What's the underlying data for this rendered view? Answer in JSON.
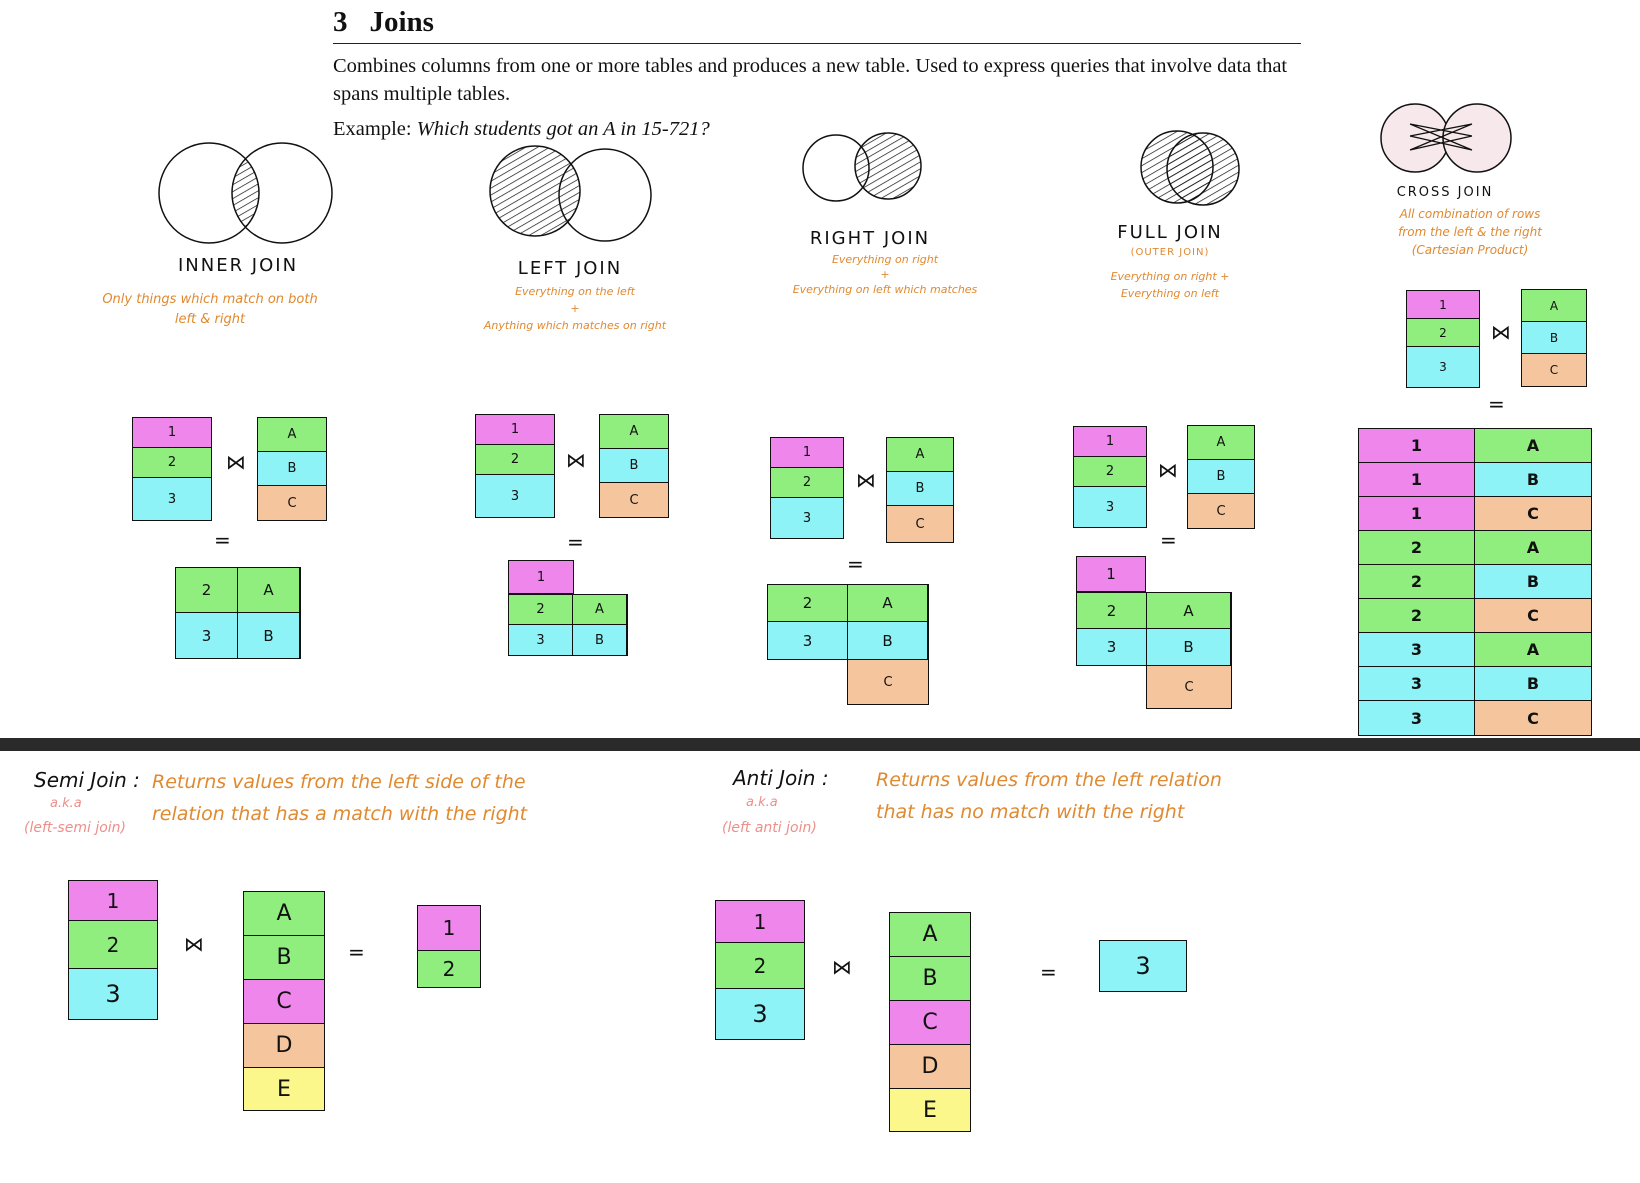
{
  "section": {
    "number": "3",
    "title": "Joins",
    "intro": "Combines columns from one or more tables and produces a new table. Used to express queries that involve data that spans multiple tables.",
    "example_label": "Example:",
    "example_question": "Which students got an A in 15-721?"
  },
  "operators": {
    "join": "⋈",
    "equals": "="
  },
  "inner_join": {
    "title": "INNER JOIN",
    "desc_line1": "Only things which match on both",
    "desc_line2": "left & right",
    "left": [
      "1",
      "2",
      "3"
    ],
    "right": [
      "A",
      "B",
      "C"
    ],
    "result": [
      [
        "2",
        "A"
      ],
      [
        "3",
        "B"
      ]
    ]
  },
  "left_join": {
    "title": "LEFT JOIN",
    "desc_line1": "Everything on the left",
    "desc_plus": "+",
    "desc_line2": "Anything which matches on right",
    "left": [
      "1",
      "2",
      "3"
    ],
    "right": [
      "A",
      "B",
      "C"
    ],
    "result_single": "1",
    "result": [
      [
        "2",
        "A"
      ],
      [
        "3",
        "B"
      ]
    ]
  },
  "right_join": {
    "title": "RIGHT JOIN",
    "desc_line1": "Everything on right",
    "desc_plus": "+",
    "desc_line2": "Everything on left which matches",
    "left": [
      "1",
      "2",
      "3"
    ],
    "right": [
      "A",
      "B",
      "C"
    ],
    "result": [
      [
        "2",
        "A"
      ],
      [
        "3",
        "B"
      ]
    ],
    "result_single": "C"
  },
  "full_join": {
    "title": "FULL JOIN",
    "subtitle": "(OUTER JOIN)",
    "desc_line1": "Everything on right +",
    "desc_line2": "Everything on left",
    "left": [
      "1",
      "2",
      "3"
    ],
    "right": [
      "A",
      "B",
      "C"
    ],
    "result_left_single": "1",
    "result": [
      [
        "2",
        "A"
      ],
      [
        "3",
        "B"
      ]
    ],
    "result_right_single": "C"
  },
  "cross_join": {
    "title": "CROSS JOIN",
    "desc_line1": "All combination of rows",
    "desc_line2": "from the left & the right",
    "desc_line3": "(Cartesian Product)",
    "left": [
      "1",
      "2",
      "3"
    ],
    "right": [
      "A",
      "B",
      "C"
    ],
    "result": [
      [
        "1",
        "A"
      ],
      [
        "1",
        "B"
      ],
      [
        "1",
        "C"
      ],
      [
        "2",
        "A"
      ],
      [
        "2",
        "B"
      ],
      [
        "2",
        "C"
      ],
      [
        "3",
        "A"
      ],
      [
        "3",
        "B"
      ],
      [
        "3",
        "C"
      ]
    ]
  },
  "semi_join": {
    "title": "Semi Join",
    "colon": ":",
    "aka": "a.k.a",
    "alias": "(left-semi join)",
    "desc_line1": "Returns values from the left side of the",
    "desc_line2": "relation that has a match with the right",
    "left": [
      "1",
      "2",
      "3"
    ],
    "right": [
      "A",
      "B",
      "C",
      "D",
      "E"
    ],
    "result": [
      "1",
      "2"
    ]
  },
  "anti_join": {
    "title": "Anti Join",
    "colon": ":",
    "aka": "a.k.a",
    "alias": "(left anti join)",
    "desc_line1": "Returns values from the left relation",
    "desc_line2": "that has no match with the right",
    "left": [
      "1",
      "2",
      "3"
    ],
    "right": [
      "A",
      "B",
      "C",
      "D",
      "E"
    ],
    "result": [
      "3"
    ]
  },
  "colors": {
    "pink": "#ee86ec",
    "green": "#90ee7f",
    "cyan": "#8ef3f6",
    "peach": "#f5c69d",
    "yellow": "#fbf78a",
    "annotation_orange": "#e0892f",
    "alias_pink": "#ec8f8a"
  }
}
